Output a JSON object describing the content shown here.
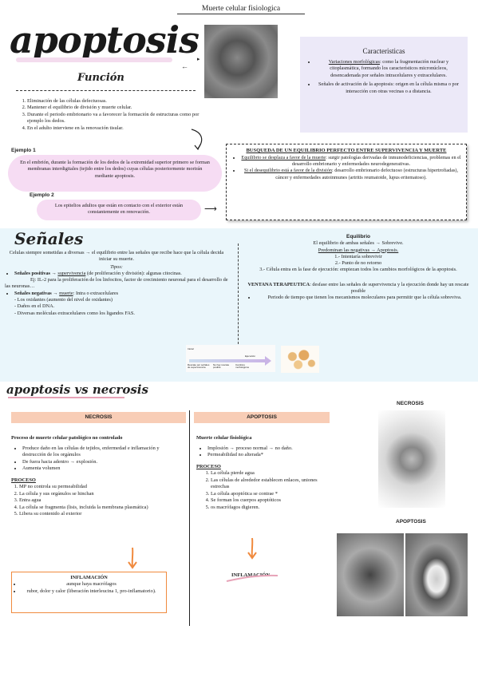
{
  "header": {
    "title": "Muerte celular fisiologica"
  },
  "hero": {
    "title": "apoptosis",
    "subtitle": "Función"
  },
  "funcion": {
    "items": [
      "Eliminación de las células defectuosas.",
      "Mantener el equilibrio de división y muerte celular.",
      "Durante el periodo embrionario va a favorecer la formación de estructuras como por ejemplo los dedos.",
      "En el adulto interviene en la renovación tisular."
    ]
  },
  "ejemplo1": {
    "label": "Ejemplo 1",
    "text": "En el embrión, durante la formación de los dedos de la extremidad superior primero se forman membranas interdigitales (tejido entre los dedos) cuyas células posteriormente morirán mediante apoptosis."
  },
  "ejemplo2": {
    "label": "Ejemplo 2",
    "text": "Los epitelios adultos que están en contacto con el exterior están constantemente en renovación."
  },
  "caracteristicas": {
    "title": "Caracteristicas",
    "items": [
      {
        "lead": "Variaciones morfológicas",
        "rest": ": como la fragmentación nuclear y citoplasmática, formando los característicos micronúcleos, desencadenada por señales intracelulares y extracelulares."
      },
      {
        "lead": "",
        "rest": "Señales de activación de la apoptosis: origen en la célula misma o por interacción con otras vecinas o a distancia."
      }
    ]
  },
  "busqueda": {
    "title": "BUSQUEDA DE UN EQUILIBRIO PERFECTO ENTRE SUPERVIVENCIA Y MUERTE",
    "items": [
      {
        "lead": "Equilibrio se desplaza a favor de la muerte",
        "rest": ": surgir patologías derivadas de inmunodeficiencias, problemas en el desarrollo embrionario y enfermedades neurodegenerativas."
      },
      {
        "lead": "Si el desequilibrio está a favor de la división",
        "rest": ": desarrollo embrionario defectuoso (estructuras hipertrofiadas), cáncer y enfermedades autoinmunes (artritis reumatoide, lupus eritematoso)."
      }
    ]
  },
  "senales": {
    "title": "Señales",
    "intro": "Celulas siempre sometidas a diversas → el equilibrio entre las señales que recibe hace que la célula decida iniciar su muerte.",
    "tipos_label": "Tipos:",
    "positivas_label": "Señales positivas",
    "positivas_arrow": " → ",
    "positivas_lead": "supervivencia",
    "positivas_rest": " (de proliferación y división): algunas citocinas.",
    "ejemplo": "Ej: IL-2 para la proliferación de los linfocitos, factor de crecimiento neuronal para el desarrollo de las neuronas…",
    "negativas_label": "Señales negativas",
    "negativas_arrow": " → ",
    "negativas_lead": "muerte",
    "negativas_rest": ": Intra o extracelulares",
    "negativas_items": [
      "- Los oxidantes (aumento del nivel de oxidantes)",
      "- Daños en el DNA.",
      "- Diversas moléculas extracelulares como los ligandos FAS."
    ]
  },
  "equilibrio": {
    "title": "Equilibrio",
    "line1": "El equilibrio de ambas señales → Sobrevive.",
    "line2": "Predominan las negativas → Apoptosis.",
    "steps": [
      "1.- Intentaría sobrevivir",
      "2.- Punto de no retorno",
      "3.- Célula entra en la fase de ejecución: empiezan todos los cambios morfológicos de la apoptosis."
    ],
    "ventana_label": "VENTANA TERAPEUTICA",
    "ventana_text": ": desfase entre las señales de supervivencia y la ejecución donde hay un rescate posible",
    "ventana_item": "Periodo de tiempo que tienen los mecanismos moleculares para permitir que la célula sobreviva.",
    "diagram_labels": [
      "Inicial",
      "Rescate por señales de supervivencia",
      "No hay rescate posible",
      "Cambios morfológicos",
      "Ejecución"
    ]
  },
  "vs": {
    "title": "apoptosis vs necrosis",
    "necrosis": {
      "header": "NECROSIS",
      "subtitle": "Proceso de muerte celular patológico no controlado",
      "items": [
        "Produce daño en las células de tejidos, enfermedad e inflamación y destrucción de los orgánulos",
        "De fuera hacia adentro → explosión.",
        "Aumenta volumen"
      ],
      "proceso_label": "PROCESO",
      "proceso": [
        "MP no controla su permeabilidad",
        "La célula y sus orgánulos se hinchan",
        "Entra agua",
        "La célula se fragmenta (lisis, incluida la membrana plasmática)",
        "Libera su contenido al exterior"
      ],
      "inflamacion_title": "INFLAMACIÓN",
      "inflamacion_items": [
        "aunque haya macrófagos",
        "rubor, dolor y calor (liberación interleucina 1, pro-inflamatorio)."
      ]
    },
    "apoptosis": {
      "header": "APOPTOSIS",
      "subtitle": "Muerte celular fisiológica",
      "items": [
        "Implosión → proceso normal → no daño.",
        "Permeabilidad no alterada*"
      ],
      "proceso_label": "PROCESO",
      "proceso": [
        "La célula pierde agua",
        "Las células de alrededor establecen enlaces, uniones estrechas",
        "La célula apoptótica se contrae *",
        "Se forman los cuerpos apoptóticos",
        "os macrófagos digieren."
      ],
      "inflamacion_title": "INFLAMACIÓN"
    },
    "photo_labels": {
      "necrosis": "NECROSIS",
      "apoptosis": "APOPTOSIS"
    }
  },
  "colors": {
    "pink_pill": "#f6dcf3",
    "lavender_box": "#ece9f8",
    "light_blue_band": "#eaf6fb",
    "peach_header": "#f8cdb6",
    "orange": "#f08a3e",
    "pink_underline": "#e7a3b8"
  }
}
